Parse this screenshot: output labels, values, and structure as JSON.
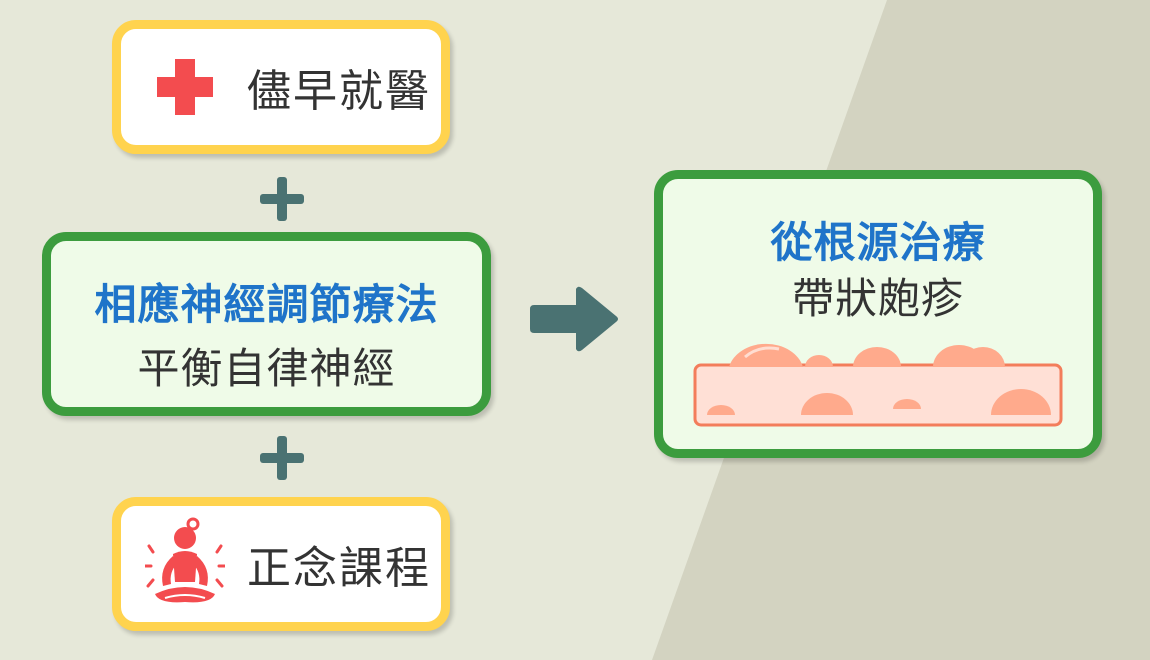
{
  "colors": {
    "background": "#e6e8d9",
    "background_right": "#d3d3c1",
    "yellow_border": "#ffd34e",
    "green_border": "#3c9c3e",
    "blue_text": "#1f74c9",
    "dark_text": "#333333",
    "connector": "#4a7272",
    "red_icon": "#f34c4f",
    "skin": "#ffaa8c"
  },
  "doctor": {
    "icon": "red-cross-icon",
    "label": "儘早就醫"
  },
  "center": {
    "title": "相應神經調節療法",
    "subtitle": "平衡自律神經"
  },
  "mindfulness": {
    "icon": "meditation-icon",
    "label": "正念課程"
  },
  "result": {
    "title": "從根源治療",
    "subtitle": "帶狀皰疹",
    "image": "skin-blisters-illustration"
  },
  "connectors": {
    "plus_icon": "plus-icon",
    "arrow_icon": "arrow-right-icon"
  }
}
